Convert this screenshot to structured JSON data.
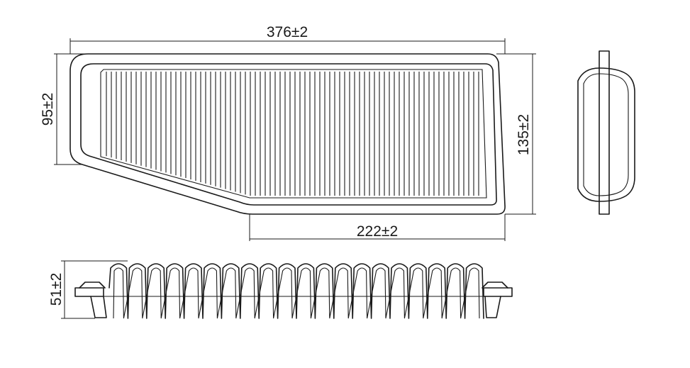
{
  "dimensions": {
    "length": "376±2",
    "short_height": "95±2",
    "height": "135±2",
    "bottom_length": "222±2",
    "depth": "51±2"
  },
  "colors": {
    "line": "#1a1a1a",
    "background": "#ffffff"
  }
}
